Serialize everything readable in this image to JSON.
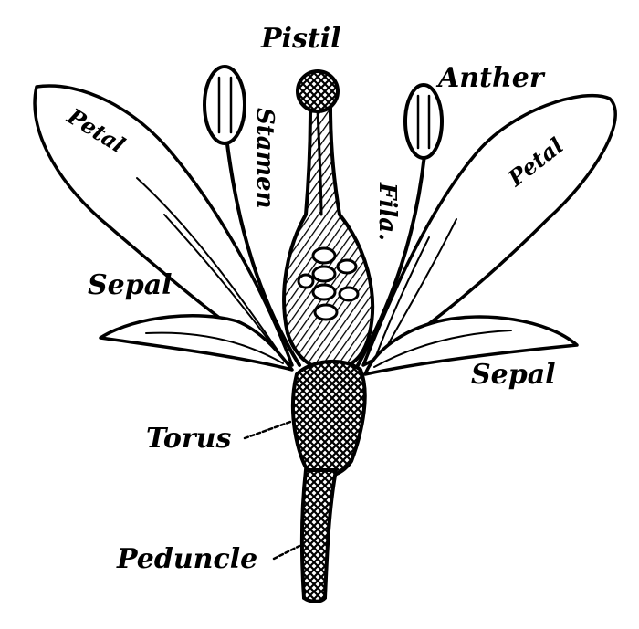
{
  "labels": {
    "pistil": "Pistil",
    "anther": "Anther",
    "stamen": "Stamen",
    "fila": "Fila.",
    "petal_left": "Petal",
    "petal_right": "Petal",
    "sepal_left": "Sepal",
    "sepal_right": "Sepal",
    "torus": "Torus",
    "peduncle": "Peduncle"
  },
  "colors": {
    "ink": "#000000",
    "paper": "#ffffff"
  }
}
